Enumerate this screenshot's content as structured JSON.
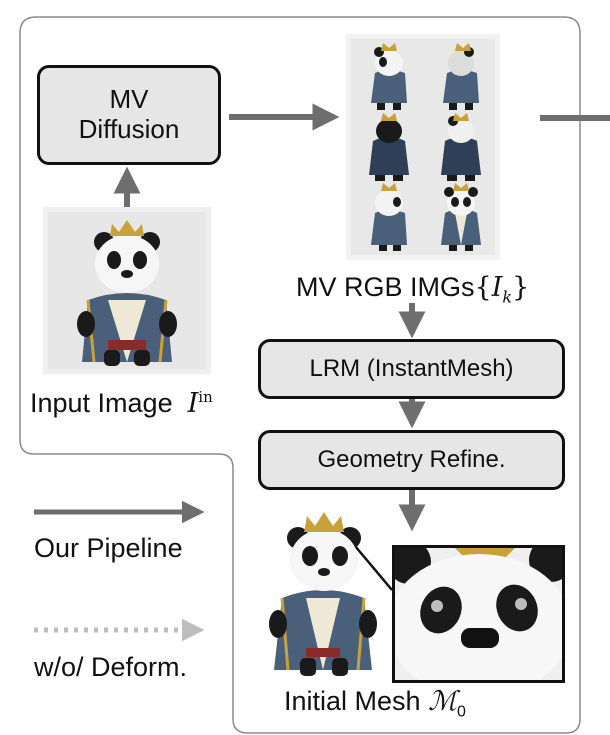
{
  "nodes": {
    "mv_diffusion": {
      "line1": "MV",
      "line2": "Diffusion"
    },
    "lrm": "LRM (InstantMesh)",
    "geometry_refine": "Geometry Refine."
  },
  "labels": {
    "input_image": "Input Image",
    "input_image_math": "I",
    "input_image_sup": "in",
    "mv_rgb": "MV RGB IMGs",
    "mv_rgb_math_open": "{",
    "mv_rgb_math": "I",
    "mv_rgb_sub": "k",
    "mv_rgb_math_close": "}",
    "initial_mesh": "Initial Mesh",
    "initial_mesh_math": "ℳ",
    "initial_mesh_sub": "0"
  },
  "legend": {
    "solid": "Our Pipeline",
    "dotted": "w/o/ Deform."
  },
  "colors": {
    "arrow": "#6e6e6e",
    "dotted_arrow": "#bdbdbd",
    "box_fill": "#e6e6e6",
    "region_border": "#8a8a8a",
    "panda_jacket": "#4a5f7a",
    "panda_gold": "#c9a13a"
  },
  "icons": [
    "panda-input-image",
    "multiview-panda-grid",
    "panda-mesh",
    "panda-face-zoom"
  ]
}
